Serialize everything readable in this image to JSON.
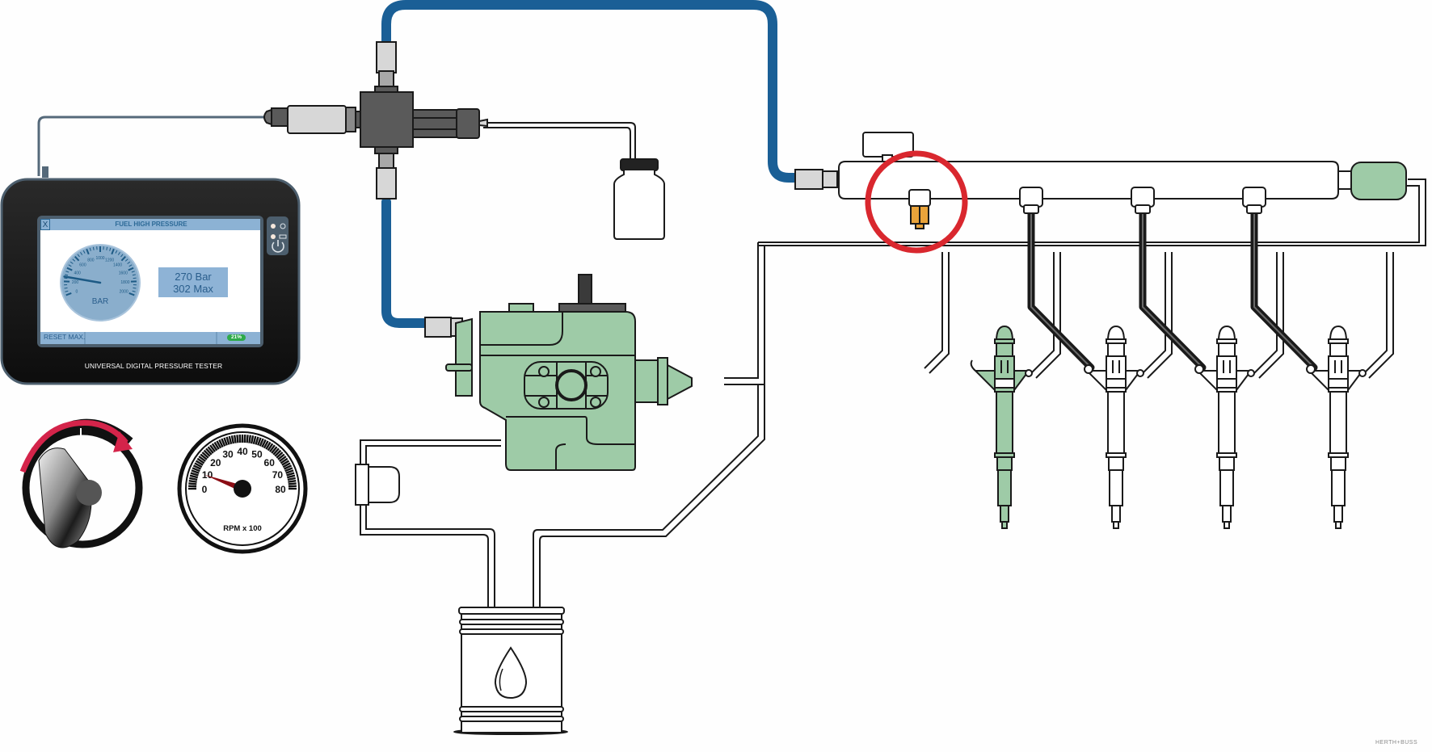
{
  "diagram": {
    "title": "Common rail fuel high pressure test setup",
    "brand": "HERTH+BUSS",
    "colors": {
      "high_pressure_hose": "#1a5f96",
      "component_green": "#9ecba7",
      "highlight_ring": "#d9272e",
      "sensor_orange": "#e9a33a",
      "device_body": "#151515",
      "screen_blue": "#8cb2d4",
      "battery_green": "#2eaa4a"
    }
  },
  "tester": {
    "device_label": "UNIVERSAL DIGITAL PRESSURE TESTER",
    "screen": {
      "close_label": "X",
      "title": "FUEL HIGH PRESSURE",
      "gauge": {
        "unit_label": "BAR",
        "tick_labels": [
          "0",
          "200",
          "400",
          "600",
          "800",
          "1000",
          "1200",
          "1400",
          "1600",
          "1800",
          "2000"
        ],
        "min": 0,
        "max": 2000,
        "value": 270
      },
      "readout_current": "270 Bar",
      "readout_max": "302 Max",
      "reset_label": "RESET MAX.",
      "battery_label": "21%"
    },
    "side_panel": {
      "icons": [
        "led-indicator",
        "power-small-icon",
        "led-indicator",
        "battery-icon",
        "power-button"
      ]
    }
  },
  "ignition": {
    "icon": "ignition-key-icon"
  },
  "tachometer": {
    "unit_label": "RPM x 100",
    "tick_labels": [
      "0",
      "10",
      "20",
      "30",
      "40",
      "50",
      "60",
      "70",
      "80"
    ],
    "min": 0,
    "max": 80,
    "value": 9
  },
  "components": {
    "pressure_sensor": "pressure-sensor",
    "t_adapter": "t-adapter-block",
    "pressure_relief_valve": "relief-valve",
    "collector_bottle": "collector-bottle",
    "high_pressure_pump": "high-pressure-pump",
    "fuel_filter": "fuel-filter",
    "fuel_tank": "fuel-tank",
    "common_rail": "common-rail",
    "rail_pressure_sensor": "rail-pressure-sensor-highlighted",
    "pressure_control_valve": "pressure-control-valve",
    "injectors": [
      {
        "name": "injector-1",
        "highlighted": true
      },
      {
        "name": "injector-2",
        "highlighted": false
      },
      {
        "name": "injector-3",
        "highlighted": false
      },
      {
        "name": "injector-4",
        "highlighted": false
      }
    ]
  }
}
